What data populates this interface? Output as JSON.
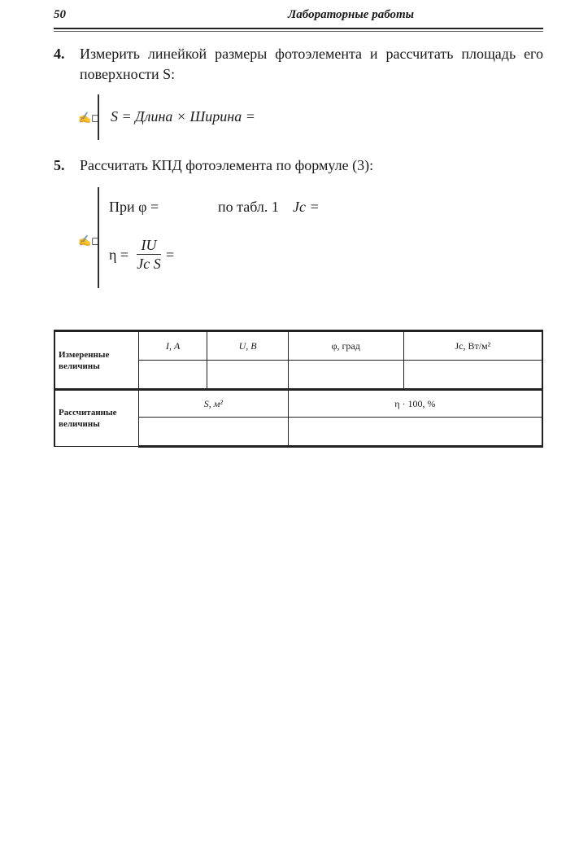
{
  "header": {
    "page_number": "50",
    "running_title": "Лабораторные работы"
  },
  "task4": {
    "number": "4.",
    "text": "Измерить линейкой размеры фотоэлемента и рассчитать площадь его поверхности S:",
    "formula": "S = Длина × Ширина ="
  },
  "task5": {
    "number": "5.",
    "text": "Рассчитать КПД фотоэлемента по формуле (3):",
    "line1_a": "При φ =",
    "line1_b": "по табл. 1",
    "line1_c": "Jc =",
    "eta_lhs": "η =",
    "frac_num": "IU",
    "frac_den": "Jc S",
    "eta_rhs": "="
  },
  "icons": {
    "pencil_mark": "✍◻"
  },
  "table": {
    "measured_label": "Измеренные величины",
    "computed_label": "Рассчитанные величины",
    "measured_headers": [
      "I, А",
      "U, В",
      "φ, град",
      "Jc, Вт/м²"
    ],
    "computed_headers": [
      "S, м²",
      "η · 100, %"
    ],
    "measured_values": [
      "",
      "",
      "",
      ""
    ],
    "computed_values": [
      "",
      ""
    ]
  }
}
